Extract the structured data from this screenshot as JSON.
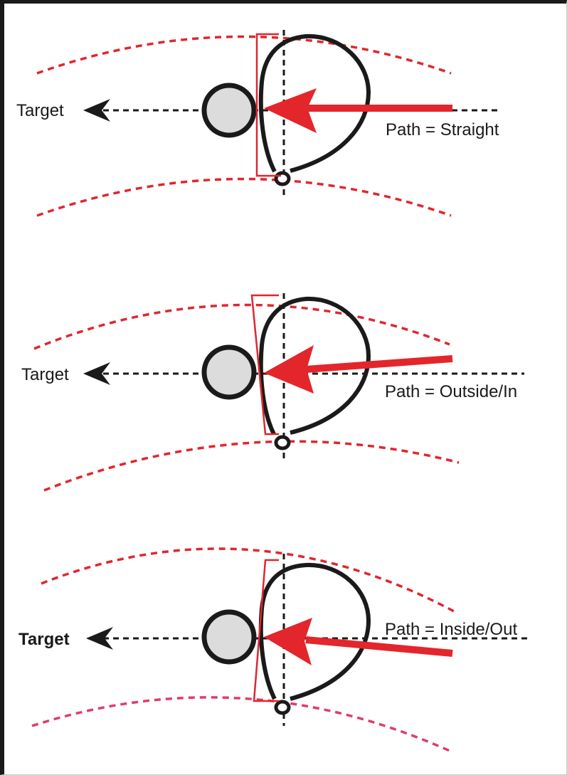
{
  "panels": [
    {
      "target_label": "Target",
      "path_label": "Path = Straight"
    },
    {
      "target_label": "Target",
      "path_label": "Path = Outside/In"
    },
    {
      "target_label": "Target",
      "path_label": "Path = Inside/Out"
    }
  ],
  "colors": {
    "arc": "#e0262e",
    "arc_bottom_3": "#e23a6a",
    "arrow": "#e3262c",
    "outline": "#1a1a1a",
    "ball_fill": "#dcdcdc"
  }
}
